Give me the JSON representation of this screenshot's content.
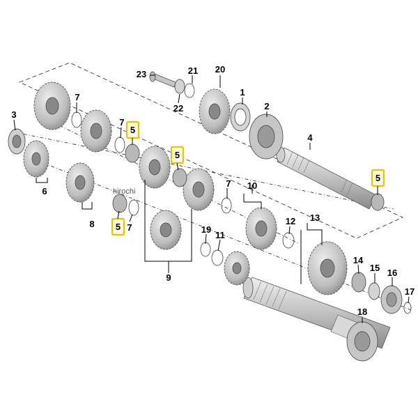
{
  "colors": {
    "part": "#c8c8c8",
    "partEdge": "#555555",
    "highlight": "#e6c400",
    "background": "#ffffff"
  },
  "watermark": "hirochi",
  "callouts": {
    "c1": "1",
    "c2": "2",
    "c3": "3",
    "c4": "4",
    "c5a": "5",
    "c5b": "5",
    "c5c": "5",
    "c5d": "5",
    "c6": "6",
    "c7a": "7",
    "c7b": "7",
    "c7c": "7",
    "c7d": "7",
    "c8": "8",
    "c9": "9",
    "c10": "10",
    "c11": "11",
    "c12": "12",
    "c13": "13",
    "c14": "14",
    "c15": "15",
    "c16": "16",
    "c17": "17",
    "c18": "18",
    "c19": "19",
    "c20": "20",
    "c21": "21",
    "c22": "22",
    "c23": "23"
  }
}
